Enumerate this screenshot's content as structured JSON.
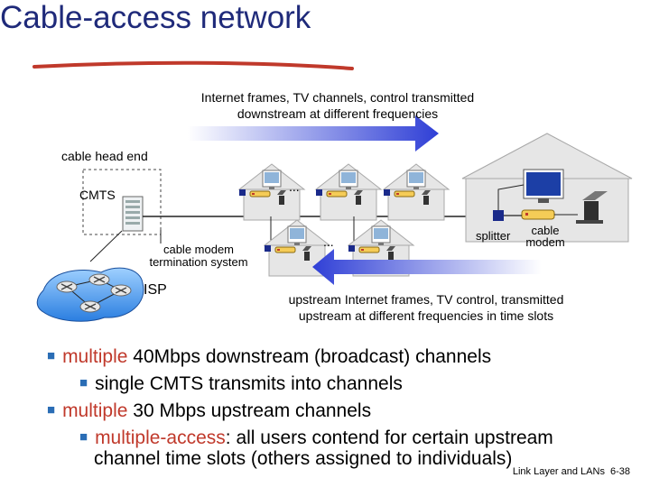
{
  "slide": {
    "title": "Cable-access network",
    "footer_left": "Link Layer and LANs",
    "footer_page": "6-38"
  },
  "diagram": {
    "downstream_text_1": "Internet frames, TV channels, control transmitted",
    "downstream_text_2": "downstream at different frequencies",
    "headend_label": "cable head end",
    "cmts_label": "CMTS",
    "cmts_desc_1": "cable modem",
    "cmts_desc_2": "termination system",
    "isp_label": "ISP",
    "splitter_label": "splitter",
    "modem_label_1": "cable",
    "modem_label_2": "modem",
    "ellipsis": "...",
    "upstream_text_1": "upstream Internet frames, TV control, transmitted",
    "upstream_text_2": "upstream at different frequencies in time slots",
    "colors": {
      "arrow_blue": "#2f3fd6",
      "line_dark": "#222222",
      "title_blue": "#1f2a7a",
      "accent_red": "#c0392b"
    }
  },
  "bullets": [
    {
      "prefix": "multiple",
      "text": " 40Mbps downstream (broadcast) channels"
    },
    {
      "text": "single CMTS transmits into channels"
    },
    {
      "prefix": "multiple",
      "text": " 30 Mbps upstream channels"
    },
    {
      "prefix": "multiple-access",
      "text": ": all users contend for certain upstream",
      "text_cont": "channel time slots (others assigned to individuals)"
    }
  ]
}
